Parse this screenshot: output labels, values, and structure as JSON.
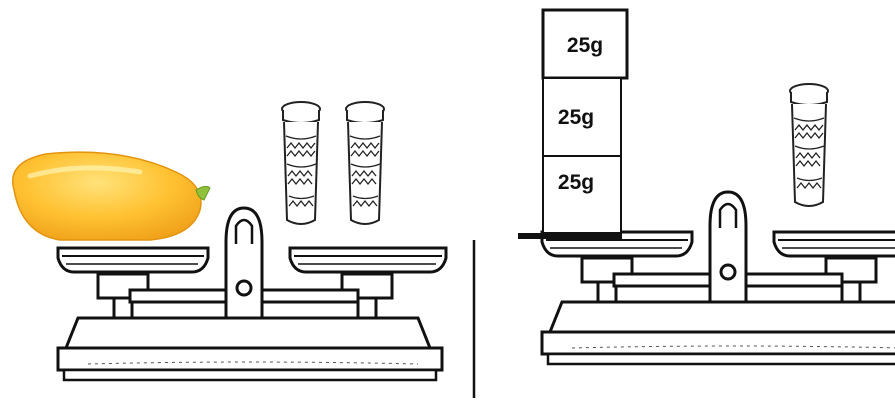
{
  "left_panel": {
    "left_pan_item": "papaya",
    "right_pan_items": [
      "jar",
      "jar"
    ]
  },
  "right_panel": {
    "left_pan_weights": [
      {
        "label": "25g"
      },
      {
        "label": "25g"
      },
      {
        "label": "25g"
      }
    ],
    "right_pan_items": [
      "jar"
    ]
  },
  "colors": {
    "papaya_light": "#ffd24a",
    "papaya_dark": "#f0a21a",
    "papaya_stem": "#8fc23a",
    "line": "#111111"
  }
}
